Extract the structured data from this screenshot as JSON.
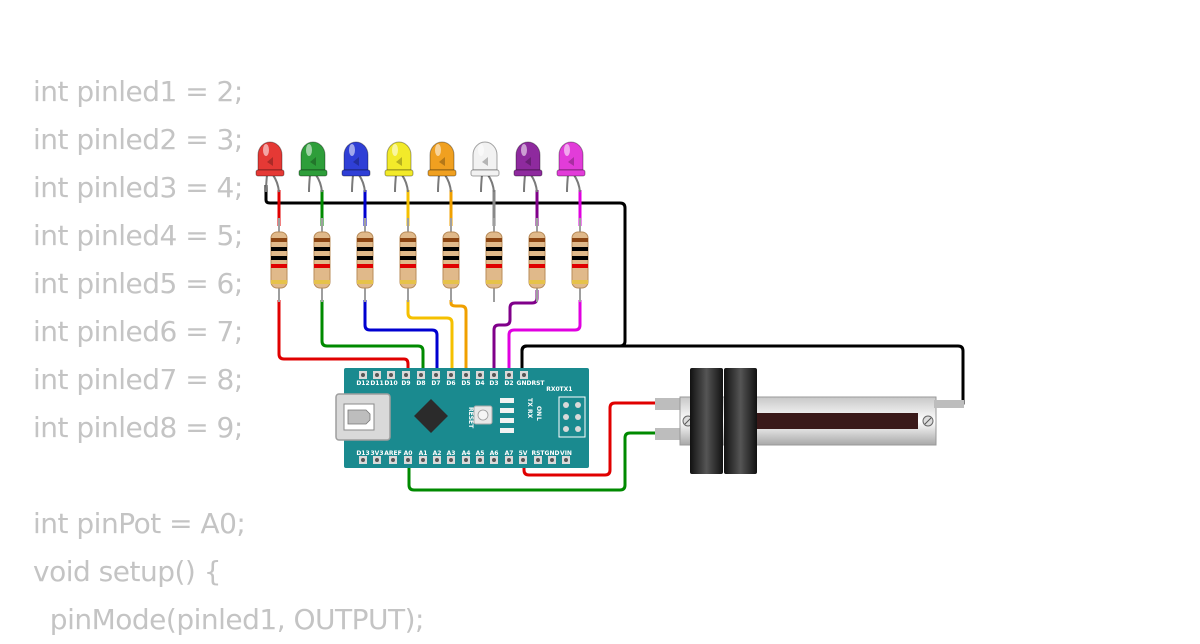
{
  "code_lines": [
    "int pinled1 = 2;",
    "int pinled2 = 3;",
    "int pinled3 = 4;",
    "int pinled4 = 5;",
    "int pinled5 = 6;",
    "int pinled6 = 7;",
    "int pinled7 = 8;",
    "int pinled8 = 9;",
    "",
    "int pinPot = A0;",
    "void setup() {",
    "  pinMode(pinled1, OUTPUT);"
  ],
  "leds": [
    {
      "color": "#e53935",
      "wire": "#e00000"
    },
    {
      "color": "#2e9e3a",
      "wire": "#008a00"
    },
    {
      "color": "#2f3fd6",
      "wire": "#0000d0"
    },
    {
      "color": "#f2ea2a",
      "wire": "#f5c000"
    },
    {
      "color": "#f0a020",
      "wire": "#f0a000"
    },
    {
      "color": "#f2f2f2",
      "wire": "#888888"
    },
    {
      "color": "#8e2a9e",
      "wire": "#80008a"
    },
    {
      "color": "#e23cd9",
      "wire": "#e000e0"
    }
  ],
  "board": {
    "color": "#1a8a8f",
    "top_pins": [
      "D12",
      "D11",
      "D10",
      "D9",
      "D8",
      "D7",
      "D6",
      "D5",
      "D4",
      "D3",
      "D2",
      "GND",
      "RST",
      "RX0",
      "TX1"
    ],
    "bottom_pins": [
      "D13",
      "3V3",
      "AREF",
      "A0",
      "A1",
      "A2",
      "A3",
      "A4",
      "A5",
      "A6",
      "A7",
      "5V",
      "RST",
      "GND",
      "VIN"
    ],
    "side_labels": [
      "TX",
      "RX",
      "ON",
      "L"
    ],
    "reset_label": "RESET"
  }
}
